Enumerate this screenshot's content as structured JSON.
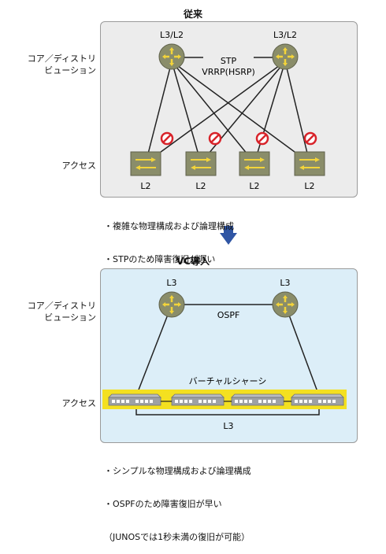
{
  "top": {
    "title": "従来",
    "core_label_line1": "コア／ディストリ",
    "core_label_line2": "ビューション",
    "access_label": "アクセス",
    "router_left_label": "L3/L2",
    "router_right_label": "L3/L2",
    "link_label_line1": "STP",
    "link_label_line2": "VRRP(HSRP)",
    "switch_labels": [
      "L2",
      "L2",
      "L2",
      "L2"
    ],
    "notes": [
      "・複雑な物理構成および論理構成",
      "・STPのため障害復旧が遅い"
    ]
  },
  "bottom": {
    "title": "VC導入",
    "core_label_line1": "コア／ディストリ",
    "core_label_line2": "ビューション",
    "access_label": "アクセス",
    "router_left_label": "L3",
    "router_right_label": "L3",
    "link_label": "OSPF",
    "virtual_chassis_label": "バーチャルシャーシ",
    "ring_label": "L3",
    "notes": [
      "・シンプルな物理構成および論理構成",
      "・OSPFのため障害復旧が早い",
      "（JUNOSでは1秒未満の復旧が可能）"
    ]
  },
  "colors": {
    "top_panel_bg": "#ececec",
    "bottom_panel_bg": "#dceef8",
    "router_fill": "#8a8d6a",
    "router_accent": "#f3d43a",
    "switch_fill": "#8a8d6a",
    "block_red": "#d8232a",
    "arrow_blue": "#2f55a4",
    "vc_yellow": "#f4e020"
  }
}
